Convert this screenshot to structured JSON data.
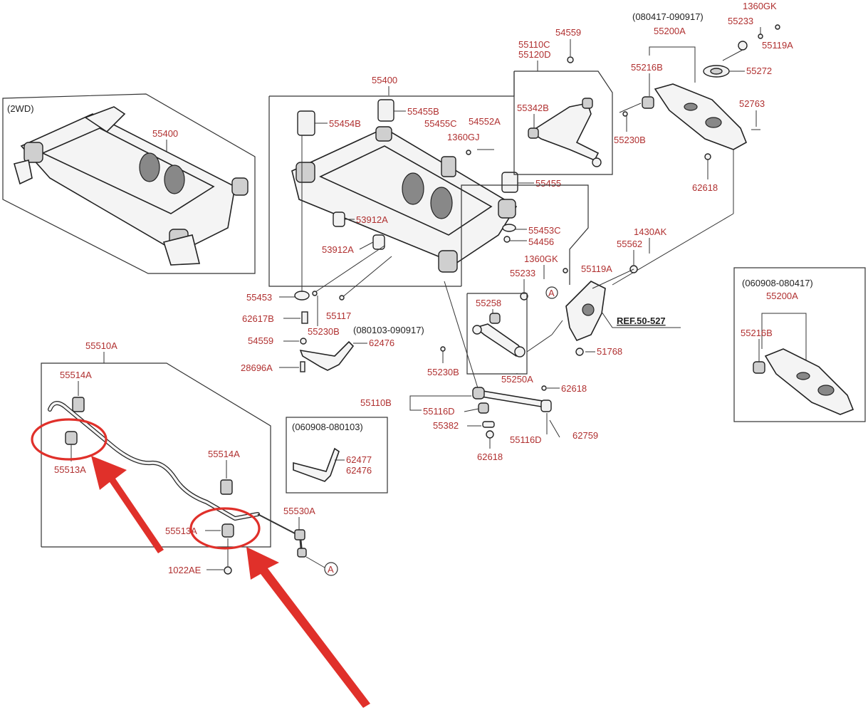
{
  "colors": {
    "label": "#b03030",
    "highlight": "#e0302a",
    "line": "#333333"
  },
  "inset_2wd": {
    "tag": "(2WD)",
    "part": "55400"
  },
  "crossmember": {
    "title": "55400",
    "labels": [
      "55455B",
      "55454B",
      "55455C",
      "54552A",
      "1360GJ",
      "55455",
      "53912A",
      "53912A",
      "55453C",
      "54456",
      "55453",
      "55117"
    ]
  },
  "upper_arm": {
    "title_a": "55110C",
    "title_b": "55120D",
    "nut": "54559",
    "bushing": "55342B",
    "bolt": "55230B"
  },
  "lower_arm_top": {
    "date_range": "(080417-090917)",
    "title": "55200A",
    "bolt_a": "1360GK",
    "washer": "55233",
    "nut": "55119A",
    "bushing": "55216B",
    "spring_seat": "55272",
    "bolt_b": "52763",
    "nut_b": "62618",
    "bolt_c": "55230B"
  },
  "lower_arm_right": {
    "date_range": "(060908-080417)",
    "title": "55200A",
    "bushing": "55216B"
  },
  "knuckle": {
    "bolt_a": "1430AK",
    "bolt_b": "55562",
    "bolt_c": "1360GK",
    "nut": "55119A",
    "washer": "55233",
    "ref_text": "REF.50-527",
    "nut_b": "51768",
    "circle_a": "A"
  },
  "assist_arm": {
    "bushing": "55258",
    "bolt": "55230B",
    "title": "55250A"
  },
  "trailing": {
    "title": "55110B",
    "bushing_a": "55116D",
    "cam": "55382",
    "bushing_b": "55116D",
    "nut_a": "62618",
    "nut_b": "62618",
    "bolt": "62759"
  },
  "bracket": {
    "date_range": "(080103-090917)",
    "part": "62476",
    "bolt_a": "62617B",
    "bolt_b": "55230B",
    "nut": "54559",
    "bolt_c": "28696A"
  },
  "bracket_old": {
    "date_range": "(060908-080103)",
    "part_a": "62477",
    "part_b": "62476"
  },
  "stabilizer": {
    "title": "55510A",
    "clamp_a": "55514A",
    "bushing_a": "55513A",
    "clamp_b": "55514A",
    "bushing_b": "55513A",
    "nut": "1022AE",
    "link": "55530A",
    "circle_a": "A"
  }
}
